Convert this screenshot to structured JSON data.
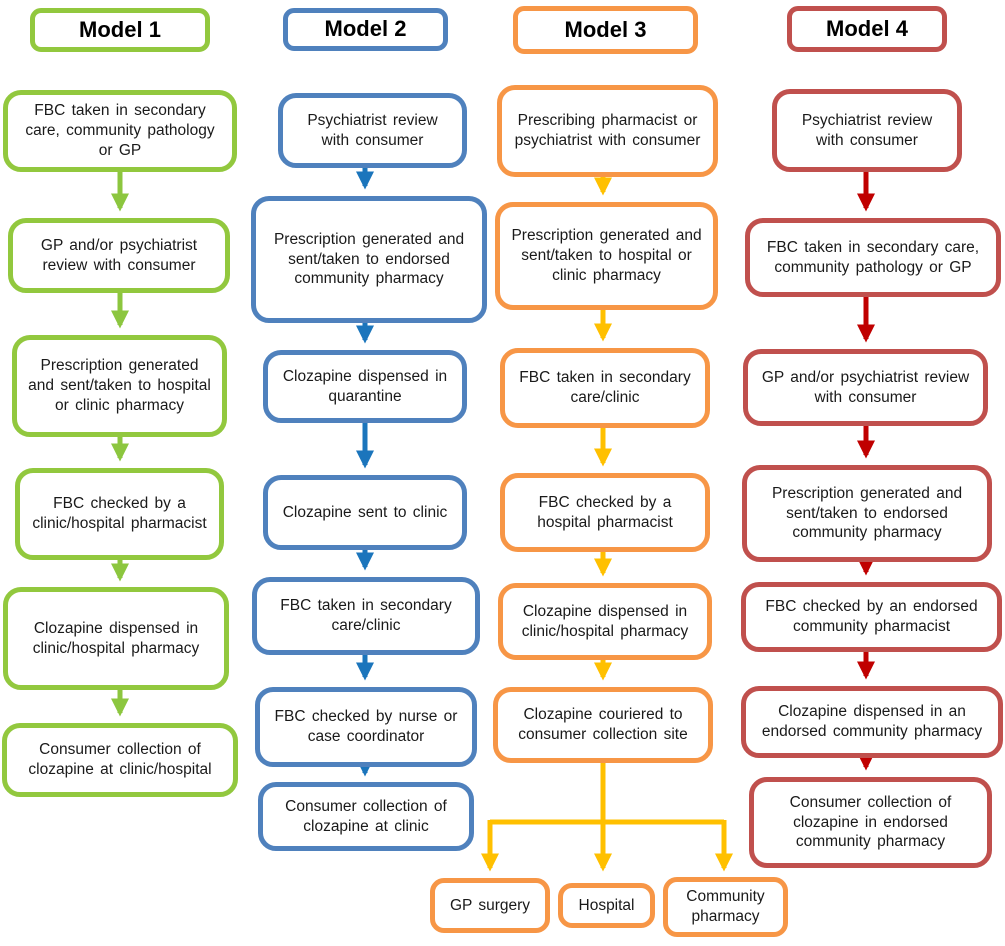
{
  "figure": {
    "description": "Clozapine supply models flowchart"
  },
  "models": [
    {
      "title": "Model 1",
      "border_color": "#92C83E",
      "arrow_color": "#8CC63F",
      "steps": [
        "FBC taken in secondary care, community pathology or GP",
        "GP and/or psychiatrist review with consumer",
        "Prescription generated and sent/taken to hospital or clinic pharmacy",
        "FBC checked by a clinic/hospital pharmacist",
        "Clozapine dispensed in clinic/hospital pharmacy",
        "Consumer collection of clozapine at clinic/hospital"
      ]
    },
    {
      "title": "Model 2",
      "border_color": "#4F81BD",
      "arrow_color": "#1B75BC",
      "steps": [
        "Psychiatrist review with consumer",
        "Prescription generated and sent/taken to endorsed community pharmacy",
        "Clozapine dispensed in quarantine",
        "Clozapine sent to clinic",
        "FBC taken in secondary care/clinic",
        "FBC checked by nurse or case coordinator",
        "Consumer collection of clozapine at clinic"
      ]
    },
    {
      "title": "Model 3",
      "border_color": "#F79646",
      "arrow_color": "#FFC000",
      "steps": [
        "Prescribing pharmacist or psychiatrist with consumer",
        "Prescription generated and sent/taken to hospital or clinic pharmacy",
        "FBC taken in secondary care/clinic",
        "FBC checked by a hospital pharmacist",
        "Clozapine dispensed in clinic/hospital pharmacy",
        "Clozapine couriered to consumer collection site"
      ],
      "destinations": [
        "GP surgery",
        "Hospital",
        "Community pharmacy"
      ]
    },
    {
      "title": "Model 4",
      "border_color": "#C0504D",
      "arrow_color": "#C00000",
      "steps": [
        "Psychiatrist review with consumer",
        "FBC taken in secondary care, community pathology or GP",
        "GP and/or psychiatrist review with consumer",
        "Prescription generated and sent/taken to endorsed community pharmacy",
        "FBC checked by an endorsed community pharmacist",
        "Clozapine dispensed in an endorsed community pharmacy",
        "Consumer collection of clozapine in endorsed community pharmacy"
      ]
    }
  ]
}
